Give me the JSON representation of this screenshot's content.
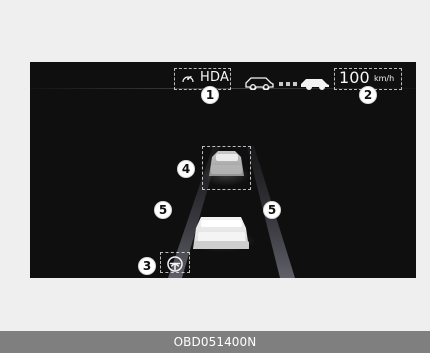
{
  "cluster": {
    "hda_label": "HDA",
    "speed_value": "100",
    "speed_unit": "km/h"
  },
  "callouts": {
    "one": "1",
    "two": "2",
    "three": "3",
    "four": "4",
    "five_left": "5",
    "five_right": "5"
  },
  "footer": {
    "code": "OBD051400N"
  },
  "icons": {
    "hda": "speedometer-icon",
    "following_distance": "following-cars-icon",
    "steering": "steering-wheel-icon"
  },
  "colors": {
    "display_background": "#0f0f10",
    "footer_background": "#7f7f7f",
    "callout_fill": "#ffffff"
  }
}
